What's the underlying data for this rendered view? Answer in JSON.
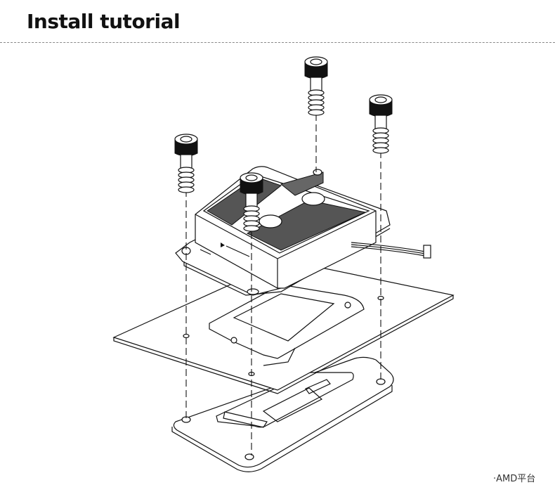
{
  "header": {
    "title": "Install tutorial"
  },
  "diagram": {
    "description": "Exploded isometric line drawing of a CPU water block installation",
    "components": [
      {
        "name": "thumb-screw-with-spring",
        "count": 4
      },
      {
        "name": "water-block",
        "label": "brand-logo"
      },
      {
        "name": "fan-cable-connector"
      },
      {
        "name": "motherboard"
      },
      {
        "name": "cpu-socket"
      },
      {
        "name": "backplate"
      }
    ]
  },
  "caption": {
    "text": "·AMD平台"
  }
}
